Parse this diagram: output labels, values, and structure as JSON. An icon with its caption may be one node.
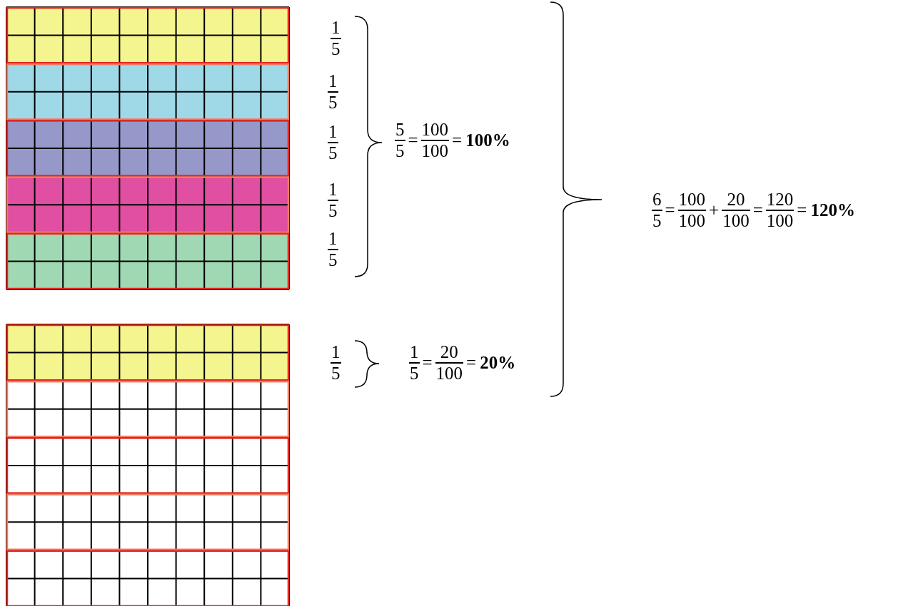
{
  "diagram": {
    "labels": [
      "1",
      "5",
      "1",
      "5",
      "1",
      "5",
      "1",
      "5",
      "1",
      "5",
      "5",
      "5",
      "=",
      "100",
      "100",
      "=",
      "100%",
      "6",
      "5",
      "=",
      "100",
      "100",
      "+",
      "20",
      "100",
      "=",
      "120",
      "100",
      "=",
      "120%",
      "1",
      "5",
      "1",
      "5",
      "=",
      "20",
      "100",
      "=",
      "20%"
    ]
  }
}
